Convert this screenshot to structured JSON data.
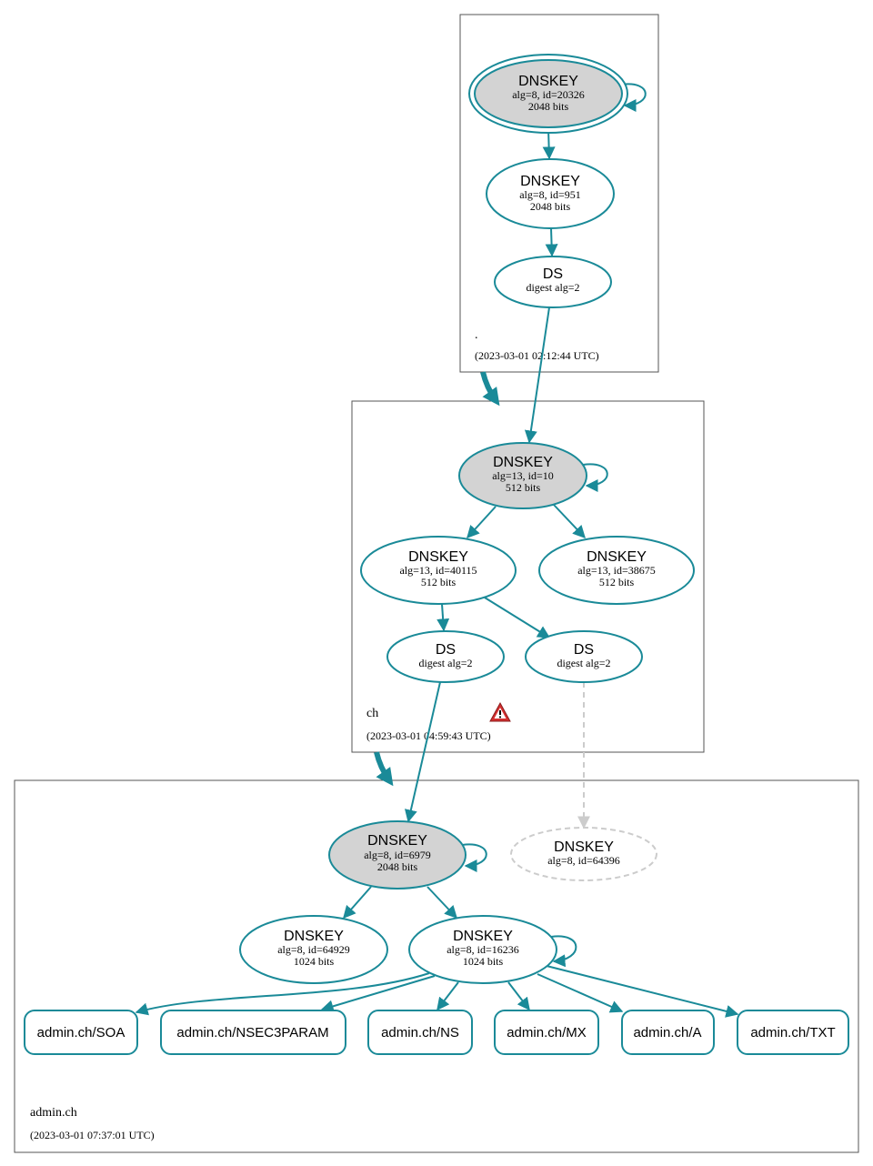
{
  "colors": {
    "edge": "#1a8a98",
    "ksk_fill": "#d3d3d3",
    "missing": "#cccccc",
    "warning": "#d32f2f"
  },
  "zones": {
    "root": {
      "name": ".",
      "time": "(2023-03-01 02:12:44 UTC)"
    },
    "ch": {
      "name": "ch",
      "time": "(2023-03-01 04:59:43 UTC)",
      "warning_icon": "warning-icon"
    },
    "admin": {
      "name": "admin.ch",
      "time": "(2023-03-01 07:37:01 UTC)"
    }
  },
  "nodes": {
    "root_ksk": {
      "title": "DNSKEY",
      "line1": "alg=8, id=20326",
      "line2": "2048 bits"
    },
    "root_zsk": {
      "title": "DNSKEY",
      "line1": "alg=8, id=951",
      "line2": "2048 bits"
    },
    "root_ds": {
      "title": "DS",
      "line1": "digest alg=2"
    },
    "ch_ksk": {
      "title": "DNSKEY",
      "line1": "alg=13, id=10",
      "line2": "512 bits"
    },
    "ch_zsk1": {
      "title": "DNSKEY",
      "line1": "alg=13, id=40115",
      "line2": "512 bits"
    },
    "ch_zsk2": {
      "title": "DNSKEY",
      "line1": "alg=13, id=38675",
      "line2": "512 bits"
    },
    "ch_ds1": {
      "title": "DS",
      "line1": "digest alg=2"
    },
    "ch_ds2": {
      "title": "DS",
      "line1": "digest alg=2"
    },
    "admin_ksk": {
      "title": "DNSKEY",
      "line1": "alg=8, id=6979",
      "line2": "2048 bits"
    },
    "admin_missing": {
      "title": "DNSKEY",
      "line1": "alg=8, id=64396"
    },
    "admin_zsk1": {
      "title": "DNSKEY",
      "line1": "alg=8, id=64929",
      "line2": "1024 bits"
    },
    "admin_zsk2": {
      "title": "DNSKEY",
      "line1": "alg=8, id=16236",
      "line2": "1024 bits"
    }
  },
  "rrsets": [
    "admin.ch/SOA",
    "admin.ch/NSEC3PARAM",
    "admin.ch/NS",
    "admin.ch/MX",
    "admin.ch/A",
    "admin.ch/TXT"
  ]
}
